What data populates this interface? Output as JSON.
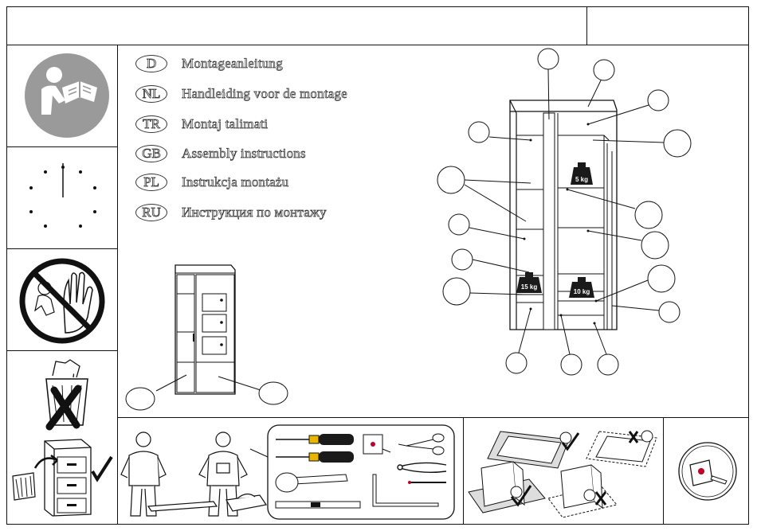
{
  "header": {
    "title": "",
    "code": ""
  },
  "languages": [
    {
      "code": "D",
      "label": "Montageanleitung"
    },
    {
      "code": "NL",
      "label": "Handleiding voor de montage"
    },
    {
      "code": "TR",
      "label": "Montaj  talimati"
    },
    {
      "code": "GB",
      "label": "Assembly instructions"
    },
    {
      "code": "PL",
      "label": "Instrukcja montażu"
    },
    {
      "code": "RU",
      "label": "Инструкция по монтажу"
    }
  ],
  "weights": {
    "top_shelf": "5 kg",
    "left_shelf": "15 kg",
    "right_shelf": "10 kg"
  },
  "icons": {
    "reading": "read-manual-icon",
    "clock": "clock-icon",
    "child": "no-children-icon",
    "trash": "no-trash-icon",
    "cabinet": "store-cabinet-icon",
    "tape": "tape-measure-icon"
  },
  "colors": {
    "line": "#111111",
    "icon_grey": "#9a9a9a",
    "dark": "#1a1a1a"
  }
}
